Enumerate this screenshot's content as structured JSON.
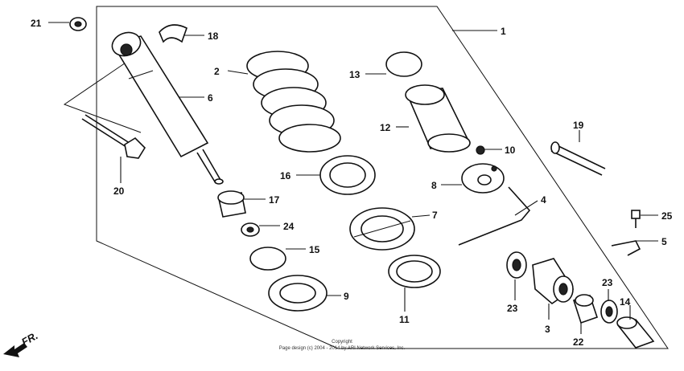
{
  "callouts": [
    {
      "id": "1",
      "label": "1"
    },
    {
      "id": "2",
      "label": "2"
    },
    {
      "id": "3",
      "label": "3"
    },
    {
      "id": "4",
      "label": "4"
    },
    {
      "id": "5",
      "label": "5"
    },
    {
      "id": "6",
      "label": "6"
    },
    {
      "id": "7",
      "label": "7"
    },
    {
      "id": "8",
      "label": "8"
    },
    {
      "id": "9",
      "label": "9"
    },
    {
      "id": "10",
      "label": "10"
    },
    {
      "id": "11",
      "label": "11"
    },
    {
      "id": "12",
      "label": "12"
    },
    {
      "id": "13",
      "label": "13"
    },
    {
      "id": "14",
      "label": "14"
    },
    {
      "id": "15",
      "label": "15"
    },
    {
      "id": "16",
      "label": "16"
    },
    {
      "id": "17",
      "label": "17"
    },
    {
      "id": "18",
      "label": "18"
    },
    {
      "id": "19",
      "label": "19"
    },
    {
      "id": "20",
      "label": "20"
    },
    {
      "id": "21",
      "label": "21"
    },
    {
      "id": "22",
      "label": "22"
    },
    {
      "id": "23a",
      "label": "23"
    },
    {
      "id": "23b",
      "label": "23"
    },
    {
      "id": "24",
      "label": "24"
    },
    {
      "id": "25",
      "label": "25"
    }
  ],
  "copyright": {
    "line1": "Copyright",
    "line2": "Page design (c) 2004 - 2014 by ARI Network Services, Inc."
  },
  "direction_marker": {
    "label": "FR.",
    "icon": "front-direction-arrow-icon"
  }
}
